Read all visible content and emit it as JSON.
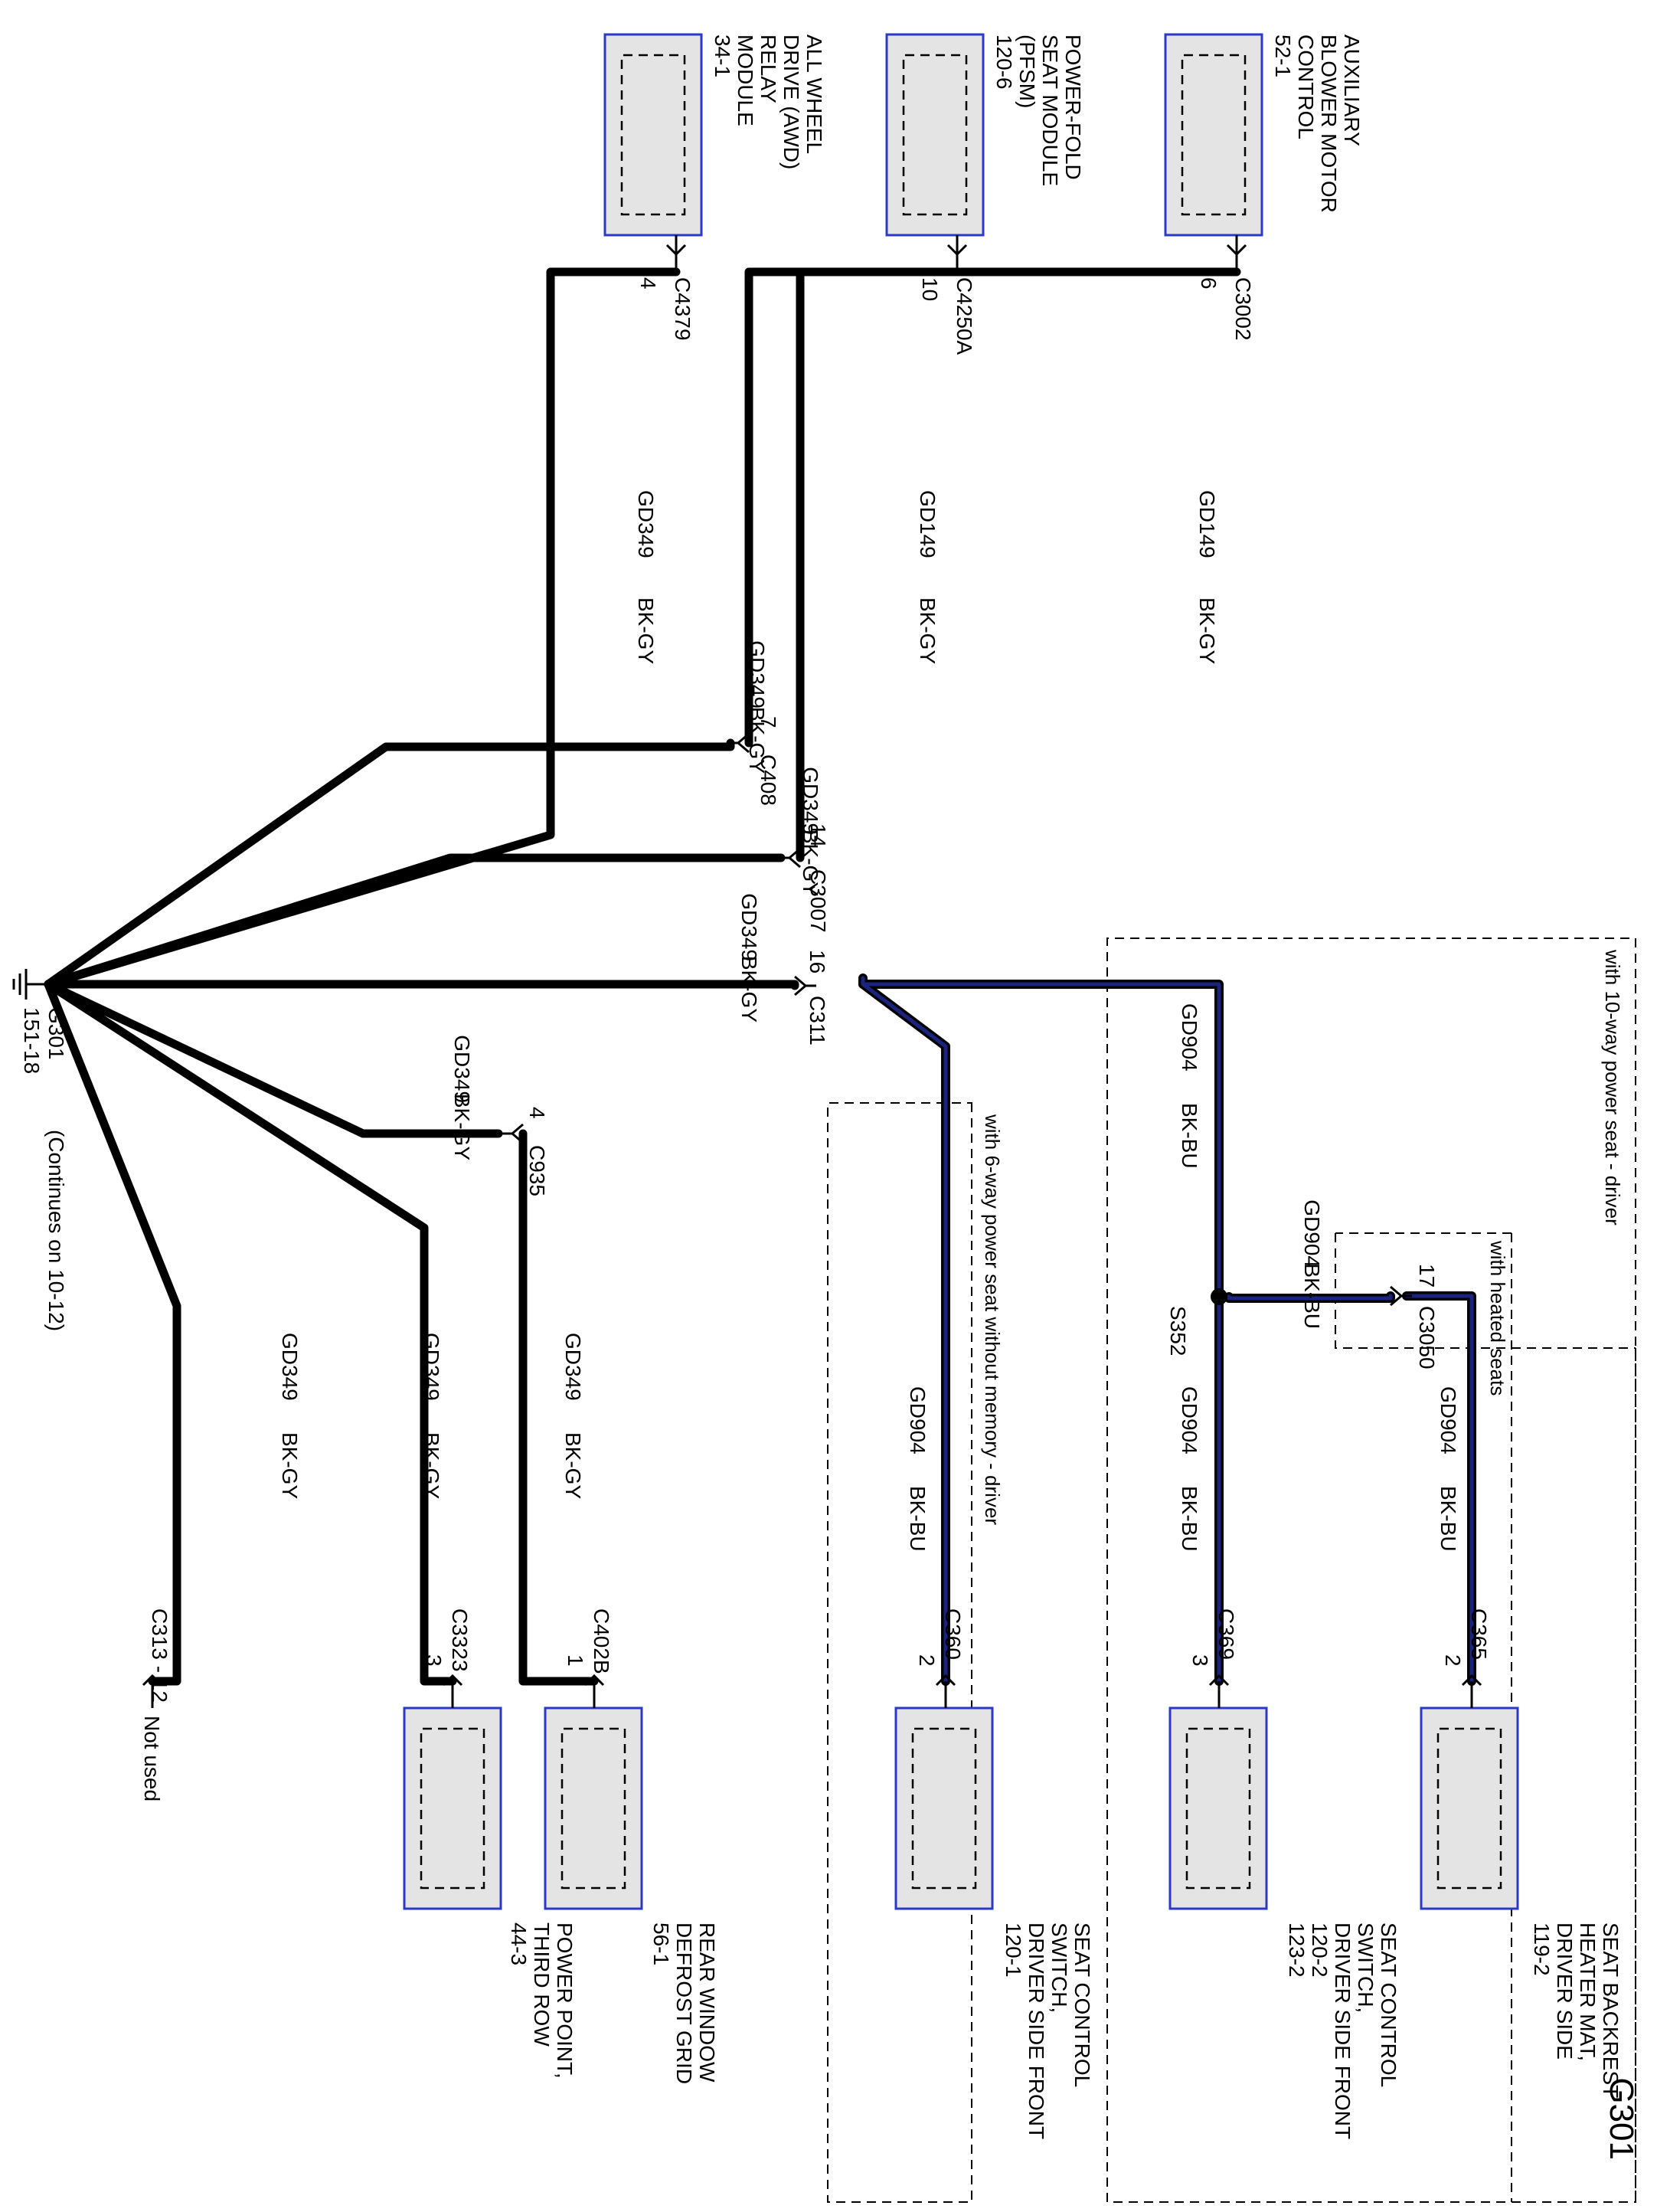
{
  "page": {
    "title": "G301",
    "ground": {
      "label": "G301",
      "ref": "151-18",
      "note": "(Continues on 10-12)"
    }
  },
  "colors": {
    "wire_black": "#000000",
    "wire_blue": "#1a237e",
    "module_fill": "#e4e4e4",
    "module_border": "#2b39c9"
  },
  "components": {
    "awd": {
      "lines": [
        "ALL WHEEL",
        "DRIVE (AWD)",
        "RELAY",
        "MODULE",
        "34-1"
      ],
      "connector": "C4379",
      "pin": "4"
    },
    "pfsm": {
      "lines": [
        "POWER-FOLD",
        "SEAT MODULE",
        "(PFSM)",
        "120-6"
      ],
      "connector": "C4250A",
      "pin": "10"
    },
    "blower": {
      "lines": [
        "AUXILIARY",
        "BLOWER MOTOR",
        "CONTROL",
        "52-1"
      ],
      "connector": "C3002",
      "pin": "6"
    },
    "power_point": {
      "lines": [
        "POWER POINT,",
        "THIRD ROW",
        "44-3"
      ],
      "connector": "C3323",
      "pin": "3"
    },
    "rear_defrost": {
      "lines": [
        "REAR WINDOW",
        "DEFROST GRID",
        "56-1"
      ],
      "connector": "C402B",
      "pin": "1"
    },
    "seat_switch_6way": {
      "lines": [
        "SEAT CONTROL",
        "SWITCH,",
        "DRIVER SIDE FRONT",
        "120-1"
      ],
      "connector": "C360",
      "pin": "2"
    },
    "seat_switch_10way": {
      "lines": [
        "SEAT CONTROL",
        "SWITCH,",
        "DRIVER SIDE FRONT",
        "120-2",
        "123-2"
      ],
      "connector": "C369",
      "pin": "3"
    },
    "backrest_heater": {
      "lines": [
        "SEAT BACKREST",
        "HEATER MAT,",
        "DRIVER SIDE",
        "119-2"
      ],
      "connector": "C365",
      "pin": "2"
    }
  },
  "inline_connectors": {
    "c408": {
      "name": "C408",
      "pin": "7"
    },
    "c3007": {
      "name": "C3007",
      "pin": "14"
    },
    "c311": {
      "name": "C311",
      "pin": "16"
    },
    "c935": {
      "name": "C935",
      "pin": "4"
    },
    "c3050": {
      "name": "C3050",
      "pin": "17"
    },
    "c313": {
      "name": "C313 - 12",
      "note": "Not used"
    }
  },
  "splice": {
    "name": "S352"
  },
  "wires": {
    "gd349": {
      "circuit": "GD349",
      "color": "BK-GY"
    },
    "gd149": {
      "circuit": "GD149",
      "color": "BK-GY"
    },
    "gd904": {
      "circuit": "GD904",
      "color": "BK-BU"
    }
  },
  "options": {
    "ten_way": "with 10-way power seat - driver",
    "heated": "with heated seats",
    "six_way": "with 6-way power seat without memory - driver"
  }
}
